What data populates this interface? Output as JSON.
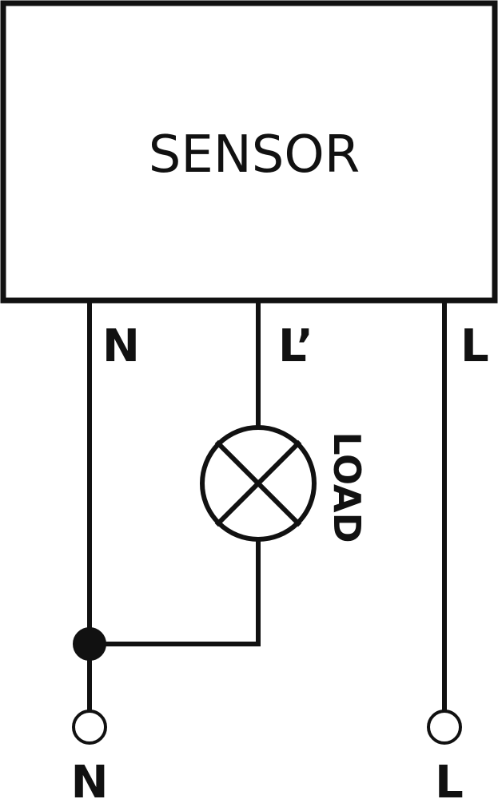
{
  "sensor": {
    "label": "SENSOR"
  },
  "wires": {
    "n_label": "N",
    "l_prime_label": "L’",
    "l_label": "L"
  },
  "load": {
    "label": "LOAD"
  },
  "terminals": {
    "n_label": "N",
    "l_label": "L"
  }
}
